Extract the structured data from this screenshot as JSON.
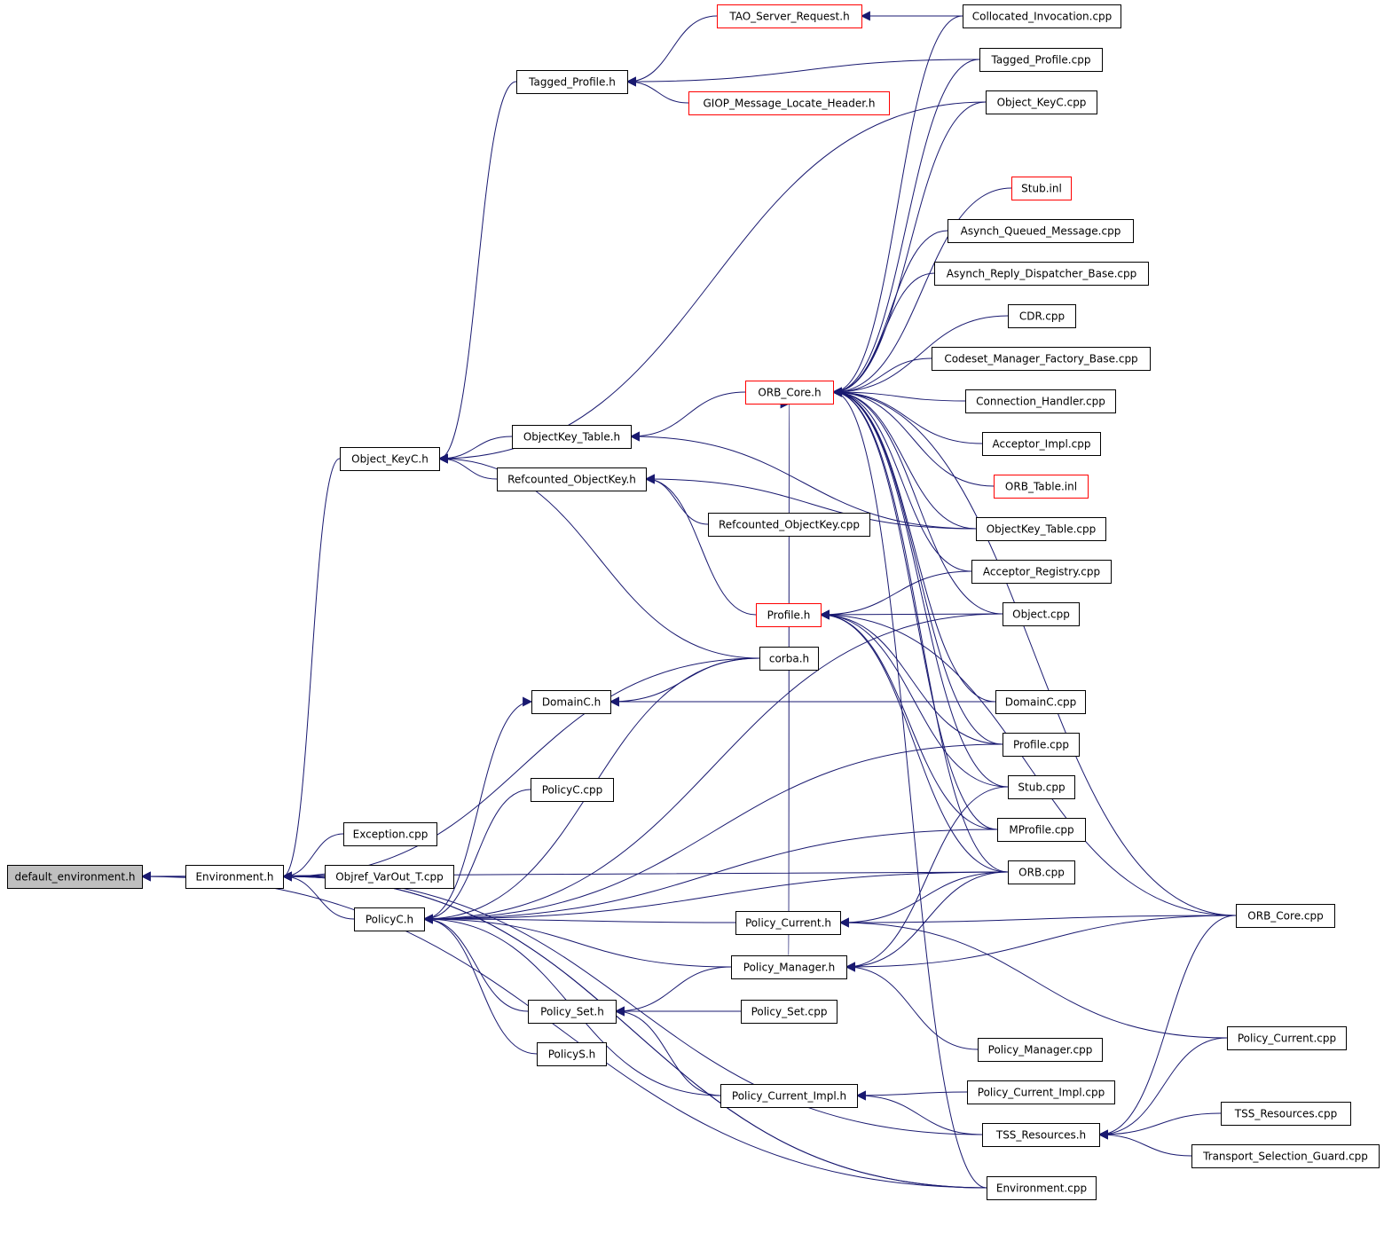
{
  "colors": {
    "edge": "#191970",
    "node_border": "#000000",
    "node_border_incomplete": "#ff0000",
    "node_fill": "#ffffff",
    "focus_fill": "#bfbfbf"
  },
  "nodes": [
    {
      "id": "default_environment_h",
      "label": "default_environment.h",
      "style": "focus"
    },
    {
      "id": "environment_h",
      "label": "Environment.h",
      "style": "normal"
    },
    {
      "id": "object_keyc_h",
      "label": "Object_KeyC.h",
      "style": "normal"
    },
    {
      "id": "tagged_profile_h",
      "label": "Tagged_Profile.h",
      "style": "normal"
    },
    {
      "id": "tao_server_request_h",
      "label": "TAO_Server_Request.h",
      "style": "incomplete"
    },
    {
      "id": "giop_message_locate_header_h",
      "label": "GIOP_Message_Locate_Header.h",
      "style": "incomplete"
    },
    {
      "id": "collocated_invocation_cpp",
      "label": "Collocated_Invocation.cpp",
      "style": "normal"
    },
    {
      "id": "tagged_profile_cpp",
      "label": "Tagged_Profile.cpp",
      "style": "normal"
    },
    {
      "id": "object_keyc_cpp",
      "label": "Object_KeyC.cpp",
      "style": "normal"
    },
    {
      "id": "stub_inl",
      "label": "Stub.inl",
      "style": "incomplete"
    },
    {
      "id": "asynch_queued_message_cpp",
      "label": "Asynch_Queued_Message.cpp",
      "style": "normal"
    },
    {
      "id": "asynch_reply_dispatcher_base_cpp",
      "label": "Asynch_Reply_Dispatcher_Base.cpp",
      "style": "normal"
    },
    {
      "id": "cdr_cpp",
      "label": "CDR.cpp",
      "style": "normal"
    },
    {
      "id": "codeset_manager_factory_base_cpp",
      "label": "Codeset_Manager_Factory_Base.cpp",
      "style": "normal"
    },
    {
      "id": "orb_core_h",
      "label": "ORB_Core.h",
      "style": "incomplete"
    },
    {
      "id": "connection_handler_cpp",
      "label": "Connection_Handler.cpp",
      "style": "normal"
    },
    {
      "id": "objectkey_table_h",
      "label": "ObjectKey_Table.h",
      "style": "normal"
    },
    {
      "id": "acceptor_impl_cpp",
      "label": "Acceptor_Impl.cpp",
      "style": "normal"
    },
    {
      "id": "refcounted_objectkey_h",
      "label": "Refcounted_ObjectKey.h",
      "style": "normal"
    },
    {
      "id": "orb_table_inl",
      "label": "ORB_Table.inl",
      "style": "incomplete"
    },
    {
      "id": "refcounted_objectkey_cpp",
      "label": "Refcounted_ObjectKey.cpp",
      "style": "normal"
    },
    {
      "id": "objectkey_table_cpp",
      "label": "ObjectKey_Table.cpp",
      "style": "normal"
    },
    {
      "id": "acceptor_registry_cpp",
      "label": "Acceptor_Registry.cpp",
      "style": "normal"
    },
    {
      "id": "profile_h",
      "label": "Profile.h",
      "style": "incomplete"
    },
    {
      "id": "object_cpp",
      "label": "Object.cpp",
      "style": "normal"
    },
    {
      "id": "corba_h",
      "label": "corba.h",
      "style": "normal"
    },
    {
      "id": "domainc_h",
      "label": "DomainC.h",
      "style": "normal"
    },
    {
      "id": "domainc_cpp",
      "label": "DomainC.cpp",
      "style": "normal"
    },
    {
      "id": "profile_cpp",
      "label": "Profile.cpp",
      "style": "normal"
    },
    {
      "id": "policyc_cpp",
      "label": "PolicyC.cpp",
      "style": "normal"
    },
    {
      "id": "stub_cpp",
      "label": "Stub.cpp",
      "style": "normal"
    },
    {
      "id": "exception_cpp",
      "label": "Exception.cpp",
      "style": "normal"
    },
    {
      "id": "mprofile_cpp",
      "label": "MProfile.cpp",
      "style": "normal"
    },
    {
      "id": "objref_varout_t_cpp",
      "label": "Objref_VarOut_T.cpp",
      "style": "normal"
    },
    {
      "id": "orb_cpp",
      "label": "ORB.cpp",
      "style": "normal"
    },
    {
      "id": "policyc_h",
      "label": "PolicyC.h",
      "style": "normal"
    },
    {
      "id": "policy_current_h",
      "label": "Policy_Current.h",
      "style": "normal"
    },
    {
      "id": "orb_core_cpp",
      "label": "ORB_Core.cpp",
      "style": "normal"
    },
    {
      "id": "policy_manager_h",
      "label": "Policy_Manager.h",
      "style": "normal"
    },
    {
      "id": "policy_set_h",
      "label": "Policy_Set.h",
      "style": "normal"
    },
    {
      "id": "policy_set_cpp",
      "label": "Policy_Set.cpp",
      "style": "normal"
    },
    {
      "id": "policy_current_cpp",
      "label": "Policy_Current.cpp",
      "style": "normal"
    },
    {
      "id": "policys_h",
      "label": "PolicyS.h",
      "style": "normal"
    },
    {
      "id": "policy_manager_cpp",
      "label": "Policy_Manager.cpp",
      "style": "normal"
    },
    {
      "id": "policy_current_impl_h",
      "label": "Policy_Current_Impl.h",
      "style": "normal"
    },
    {
      "id": "policy_current_impl_cpp",
      "label": "Policy_Current_Impl.cpp",
      "style": "normal"
    },
    {
      "id": "tss_resources_cpp",
      "label": "TSS_Resources.cpp",
      "style": "normal"
    },
    {
      "id": "tss_resources_h",
      "label": "TSS_Resources.h",
      "style": "normal"
    },
    {
      "id": "transport_selection_guard_cpp",
      "label": "Transport_Selection_Guard.cpp",
      "style": "normal"
    },
    {
      "id": "environment_cpp",
      "label": "Environment.cpp",
      "style": "normal"
    }
  ],
  "edges": [
    [
      "environment_h",
      "default_environment_h"
    ],
    [
      "orb_cpp",
      "default_environment_h"
    ],
    [
      "environment_cpp",
      "default_environment_h"
    ],
    [
      "object_keyc_h",
      "environment_h"
    ],
    [
      "exception_cpp",
      "environment_h"
    ],
    [
      "objref_varout_t_cpp",
      "environment_h"
    ],
    [
      "policyc_h",
      "environment_h"
    ],
    [
      "corba_h",
      "environment_h"
    ],
    [
      "tss_resources_h",
      "environment_h"
    ],
    [
      "environment_cpp",
      "environment_h"
    ],
    [
      "tagged_profile_h",
      "object_keyc_h"
    ],
    [
      "object_keyc_cpp",
      "object_keyc_h"
    ],
    [
      "objectkey_table_h",
      "object_keyc_h"
    ],
    [
      "refcounted_objectkey_h",
      "object_keyc_h"
    ],
    [
      "corba_h",
      "object_keyc_h"
    ],
    [
      "tao_server_request_h",
      "tagged_profile_h"
    ],
    [
      "tagged_profile_cpp",
      "tagged_profile_h"
    ],
    [
      "giop_message_locate_header_h",
      "tagged_profile_h"
    ],
    [
      "collocated_invocation_cpp",
      "tao_server_request_h"
    ],
    [
      "objectkey_table_cpp",
      "objectkey_table_h"
    ],
    [
      "orb_core_h",
      "objectkey_table_h"
    ],
    [
      "refcounted_objectkey_cpp",
      "refcounted_objectkey_h"
    ],
    [
      "profile_h",
      "refcounted_objectkey_h"
    ],
    [
      "objectkey_table_cpp",
      "refcounted_objectkey_h"
    ],
    [
      "collocated_invocation_cpp",
      "orb_core_h"
    ],
    [
      "tagged_profile_cpp",
      "orb_core_h"
    ],
    [
      "object_keyc_cpp",
      "orb_core_h"
    ],
    [
      "stub_inl",
      "orb_core_h"
    ],
    [
      "asynch_queued_message_cpp",
      "orb_core_h"
    ],
    [
      "asynch_reply_dispatcher_base_cpp",
      "orb_core_h"
    ],
    [
      "cdr_cpp",
      "orb_core_h"
    ],
    [
      "codeset_manager_factory_base_cpp",
      "orb_core_h"
    ],
    [
      "connection_handler_cpp",
      "orb_core_h"
    ],
    [
      "acceptor_impl_cpp",
      "orb_core_h"
    ],
    [
      "orb_table_inl",
      "orb_core_h"
    ],
    [
      "objectkey_table_cpp",
      "orb_core_h"
    ],
    [
      "acceptor_registry_cpp",
      "orb_core_h"
    ],
    [
      "object_cpp",
      "orb_core_h"
    ],
    [
      "domainc_cpp",
      "orb_core_h"
    ],
    [
      "profile_cpp",
      "orb_core_h"
    ],
    [
      "stub_cpp",
      "orb_core_h"
    ],
    [
      "mprofile_cpp",
      "orb_core_h"
    ],
    [
      "orb_cpp",
      "orb_core_h"
    ],
    [
      "policy_manager_h",
      "orb_core_h"
    ],
    [
      "environment_cpp",
      "orb_core_h"
    ],
    [
      "orb_core_cpp",
      "orb_core_h"
    ],
    [
      "acceptor_registry_cpp",
      "profile_h"
    ],
    [
      "object_cpp",
      "profile_h"
    ],
    [
      "profile_cpp",
      "profile_h"
    ],
    [
      "stub_cpp",
      "profile_h"
    ],
    [
      "mprofile_cpp",
      "profile_h"
    ],
    [
      "orb_cpp",
      "profile_h"
    ],
    [
      "orb_core_cpp",
      "profile_h"
    ],
    [
      "corba_h",
      "domainc_h"
    ],
    [
      "domainc_cpp",
      "domainc_h"
    ],
    [
      "policyc_h",
      "domainc_h"
    ],
    [
      "object_cpp",
      "policyc_h"
    ],
    [
      "corba_h",
      "policyc_h"
    ],
    [
      "policyc_cpp",
      "policyc_h"
    ],
    [
      "profile_cpp",
      "policyc_h"
    ],
    [
      "mprofile_cpp",
      "policyc_h"
    ],
    [
      "orb_cpp",
      "policyc_h"
    ],
    [
      "policy_current_h",
      "policyc_h"
    ],
    [
      "policy_manager_h",
      "policyc_h"
    ],
    [
      "policy_set_h",
      "policyc_h"
    ],
    [
      "policys_h",
      "policyc_h"
    ],
    [
      "policy_current_impl_h",
      "policyc_h"
    ],
    [
      "orb_cpp",
      "policy_current_h"
    ],
    [
      "orb_core_cpp",
      "policy_current_h"
    ],
    [
      "policy_current_cpp",
      "policy_current_h"
    ],
    [
      "stub_cpp",
      "policy_manager_h"
    ],
    [
      "orb_cpp",
      "policy_manager_h"
    ],
    [
      "orb_core_cpp",
      "policy_manager_h"
    ],
    [
      "policy_manager_cpp",
      "policy_manager_h"
    ],
    [
      "policy_manager_h",
      "policy_set_h"
    ],
    [
      "policy_set_cpp",
      "policy_set_h"
    ],
    [
      "policy_current_impl_h",
      "policy_set_h"
    ],
    [
      "policy_current_impl_cpp",
      "policy_current_impl_h"
    ],
    [
      "tss_resources_h",
      "policy_current_impl_h"
    ],
    [
      "orb_core_cpp",
      "tss_resources_h"
    ],
    [
      "policy_current_cpp",
      "tss_resources_h"
    ],
    [
      "tss_resources_cpp",
      "tss_resources_h"
    ],
    [
      "transport_selection_guard_cpp",
      "tss_resources_h"
    ],
    [
      "environment_cpp",
      "environment_h"
    ]
  ]
}
